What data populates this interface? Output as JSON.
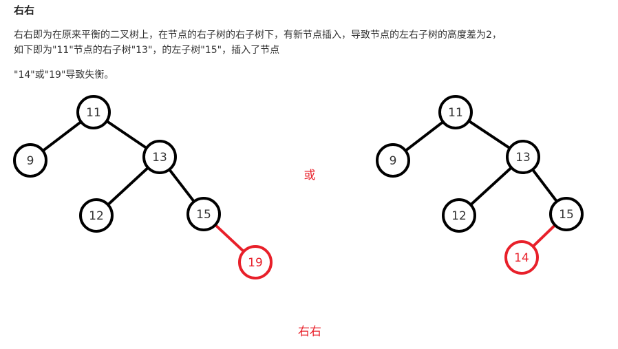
{
  "heading": "右右",
  "paragraph": {
    "line1": "右右即为在原来平衡的二叉树上，在节点的右子树的右子树下，有新节点插入，导致节点的左右子树的高度差为2，",
    "line2": "如下即为\"11\"节点的右子树\"13\"，的左子树\"15\"，插入了节点",
    "line3": "\"14\"或\"19\"导致失衡。"
  },
  "diagram": {
    "middle_label": "或",
    "caption": "右右",
    "colors": {
      "normal": "#000000",
      "highlight": "#e8202a",
      "text": "#333333"
    },
    "trees": [
      {
        "nodes": [
          {
            "id": "n11",
            "label": "11",
            "highlight": false
          },
          {
            "id": "n9",
            "label": "9",
            "highlight": false
          },
          {
            "id": "n13",
            "label": "13",
            "highlight": false
          },
          {
            "id": "n12",
            "label": "12",
            "highlight": false
          },
          {
            "id": "n15",
            "label": "15",
            "highlight": false
          },
          {
            "id": "n19",
            "label": "19",
            "highlight": true
          }
        ],
        "edges": [
          {
            "from": "n11",
            "to": "n9",
            "highlight": false
          },
          {
            "from": "n11",
            "to": "n13",
            "highlight": false
          },
          {
            "from": "n13",
            "to": "n12",
            "highlight": false
          },
          {
            "from": "n13",
            "to": "n15",
            "highlight": false
          },
          {
            "from": "n15",
            "to": "n19",
            "highlight": true
          }
        ]
      },
      {
        "nodes": [
          {
            "id": "n11",
            "label": "11",
            "highlight": false
          },
          {
            "id": "n9",
            "label": "9",
            "highlight": false
          },
          {
            "id": "n13",
            "label": "13",
            "highlight": false
          },
          {
            "id": "n12",
            "label": "12",
            "highlight": false
          },
          {
            "id": "n15",
            "label": "15",
            "highlight": false
          },
          {
            "id": "n14",
            "label": "14",
            "highlight": true
          }
        ],
        "edges": [
          {
            "from": "n11",
            "to": "n9",
            "highlight": false
          },
          {
            "from": "n11",
            "to": "n13",
            "highlight": false
          },
          {
            "from": "n13",
            "to": "n12",
            "highlight": false
          },
          {
            "from": "n13",
            "to": "n15",
            "highlight": false
          },
          {
            "from": "n15",
            "to": "n14",
            "highlight": true
          }
        ]
      }
    ]
  }
}
